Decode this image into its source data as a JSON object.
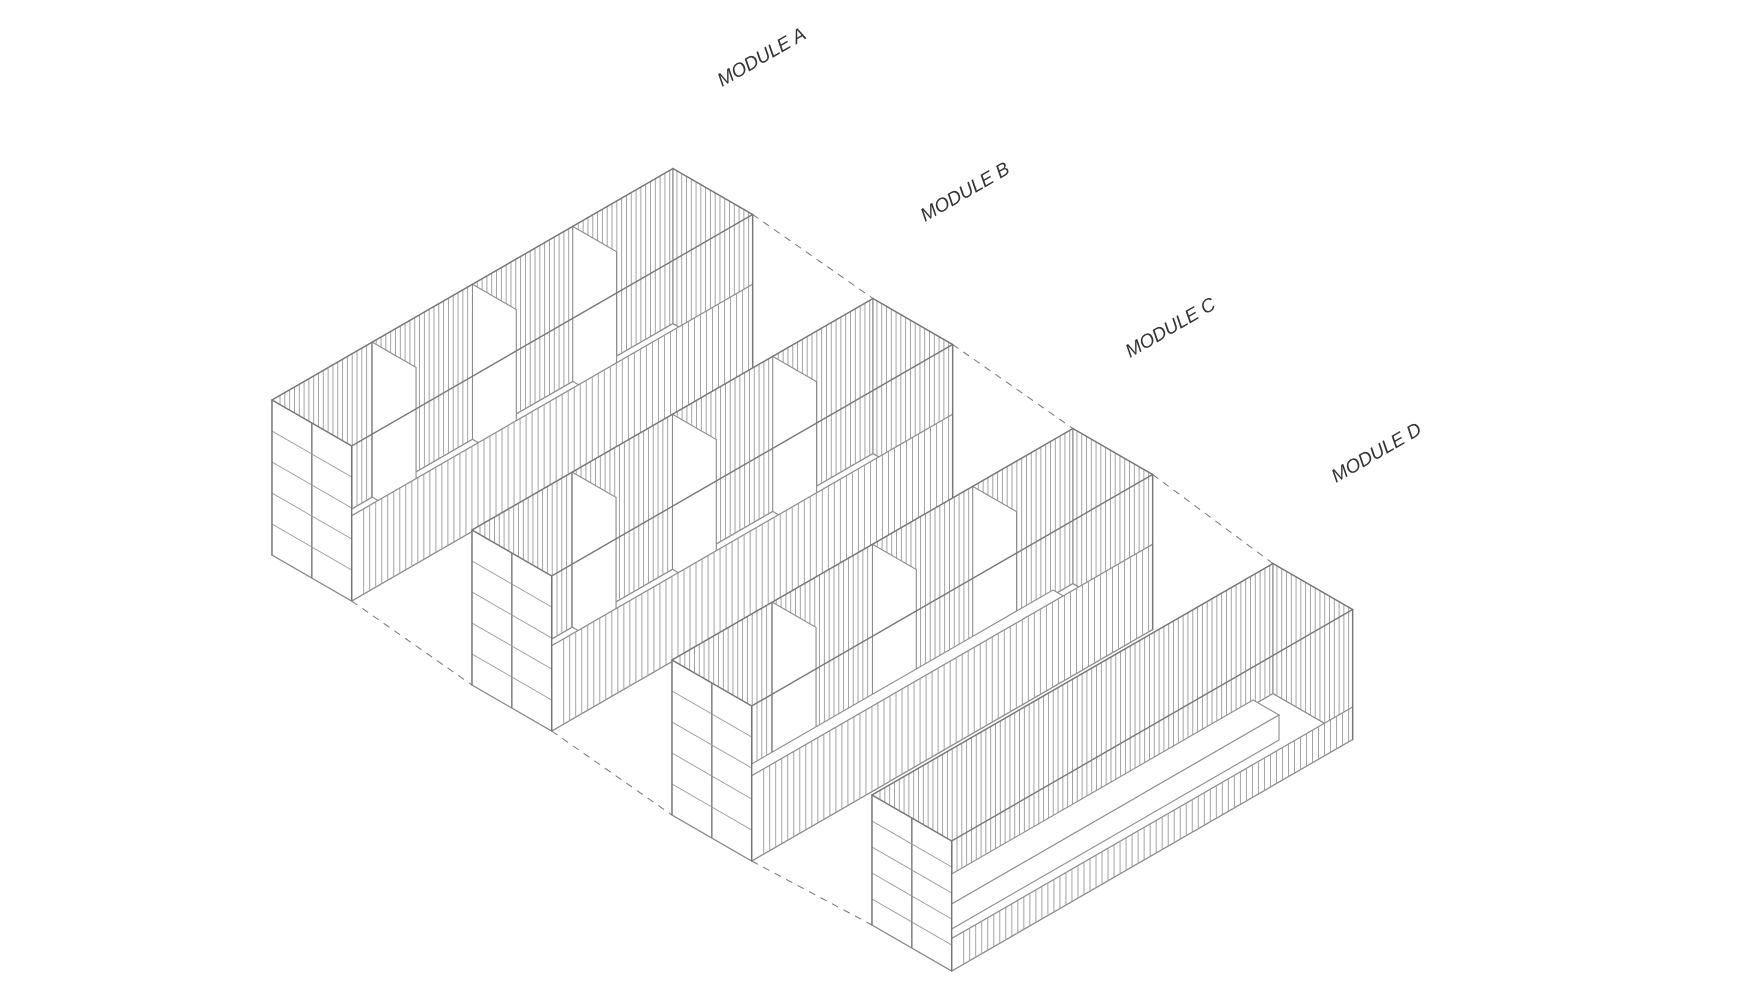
{
  "modules": [
    {
      "id": "A",
      "label": "MODULE A"
    },
    {
      "id": "B",
      "label": "MODULE B"
    },
    {
      "id": "C",
      "label": "MODULE C"
    },
    {
      "id": "D",
      "label": "MODULE D"
    }
  ],
  "colors": {
    "line": "#777777",
    "background": "#ffffff",
    "text": "#333333"
  }
}
